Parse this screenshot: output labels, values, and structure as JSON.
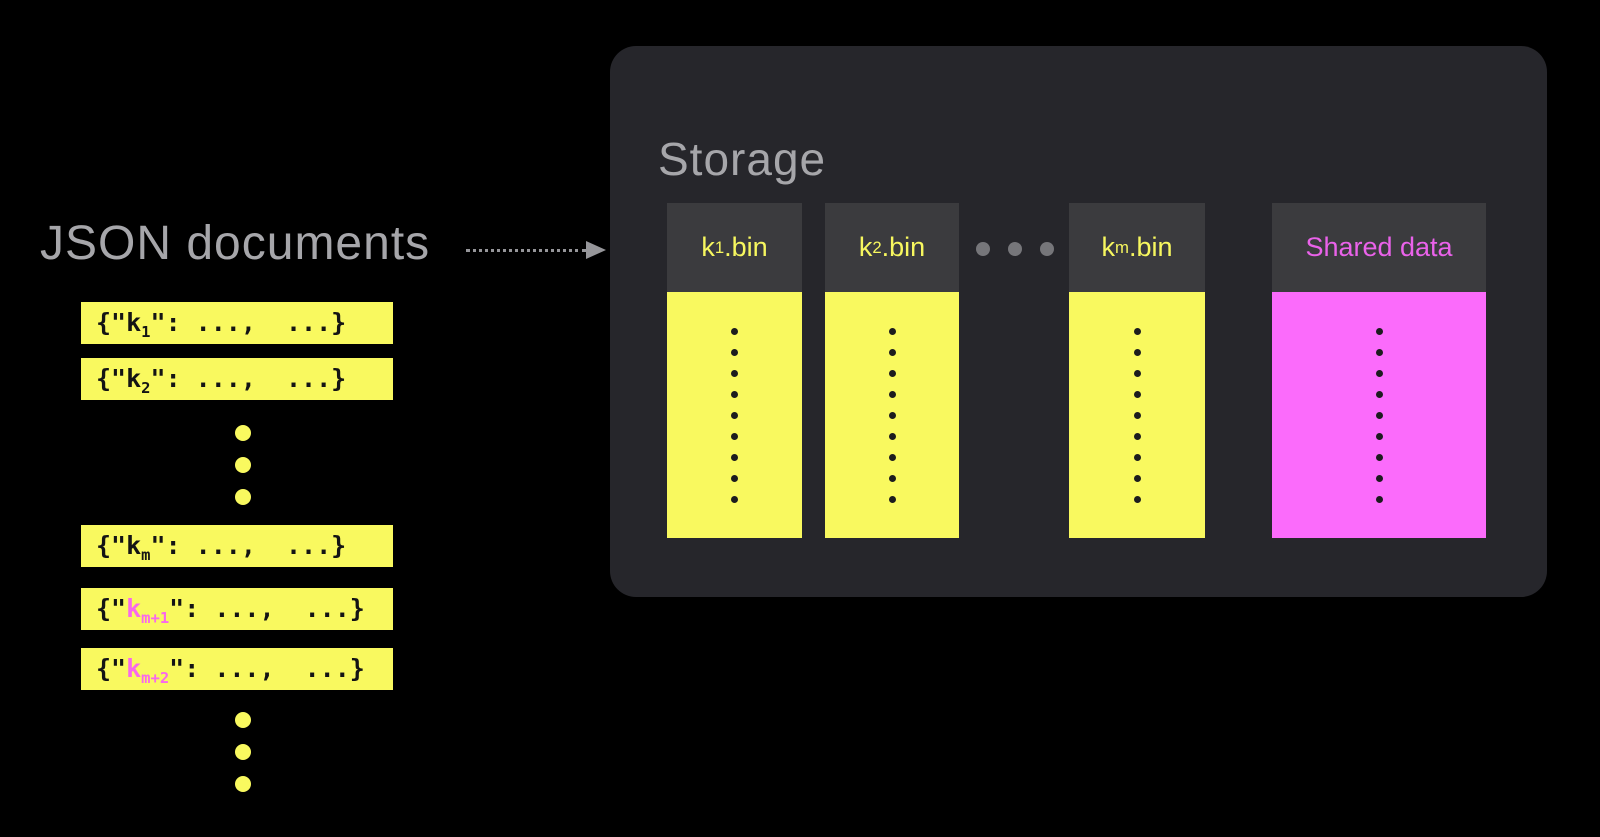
{
  "left": {
    "title": "JSON documents",
    "doc_prefix": "{\"",
    "doc_suffix": "\": ...,  ...}",
    "separator_dots": 3,
    "documents": [
      {
        "key_base": "k",
        "key_sub": "1",
        "highlighted": false
      },
      {
        "key_base": "k",
        "key_sub": "2",
        "highlighted": false
      },
      {
        "key_base": "k",
        "key_sub": "m",
        "highlighted": false
      },
      {
        "key_base": "k",
        "key_sub": "m+1",
        "highlighted": true
      },
      {
        "key_base": "k",
        "key_sub": "m+2",
        "highlighted": true
      }
    ]
  },
  "storage": {
    "title": "Storage",
    "body_dots": 9,
    "ellipsis_dots": 3,
    "columns": [
      {
        "type": "file",
        "label_base": "k",
        "label_sub": "1",
        "label_suffix": ".bin",
        "fill": "yellow"
      },
      {
        "type": "file",
        "label_base": "k",
        "label_sub": "2",
        "label_suffix": ".bin",
        "fill": "yellow"
      },
      {
        "type": "ellipsis"
      },
      {
        "type": "file",
        "label_base": "k",
        "label_sub": "m",
        "label_suffix": ".bin",
        "fill": "yellow"
      },
      {
        "type": "file",
        "label": "Shared data",
        "fill": "magenta"
      }
    ]
  },
  "colors": {
    "page_bg": "#000000",
    "panel_bg": "#26262b",
    "header_bg": "#3b3b3e",
    "yellow": "#f9f95f",
    "yellow_text": "#f7f75f",
    "magenta": "#fb6bfb",
    "magenta_text": "#ea62ea",
    "key_highlight": "#f968ec",
    "title_gray": "#a6a6aa",
    "arrow_gray": "#96969a",
    "ellipsis_gray": "#76767a",
    "dot_dark": "#1c1c1e"
  }
}
